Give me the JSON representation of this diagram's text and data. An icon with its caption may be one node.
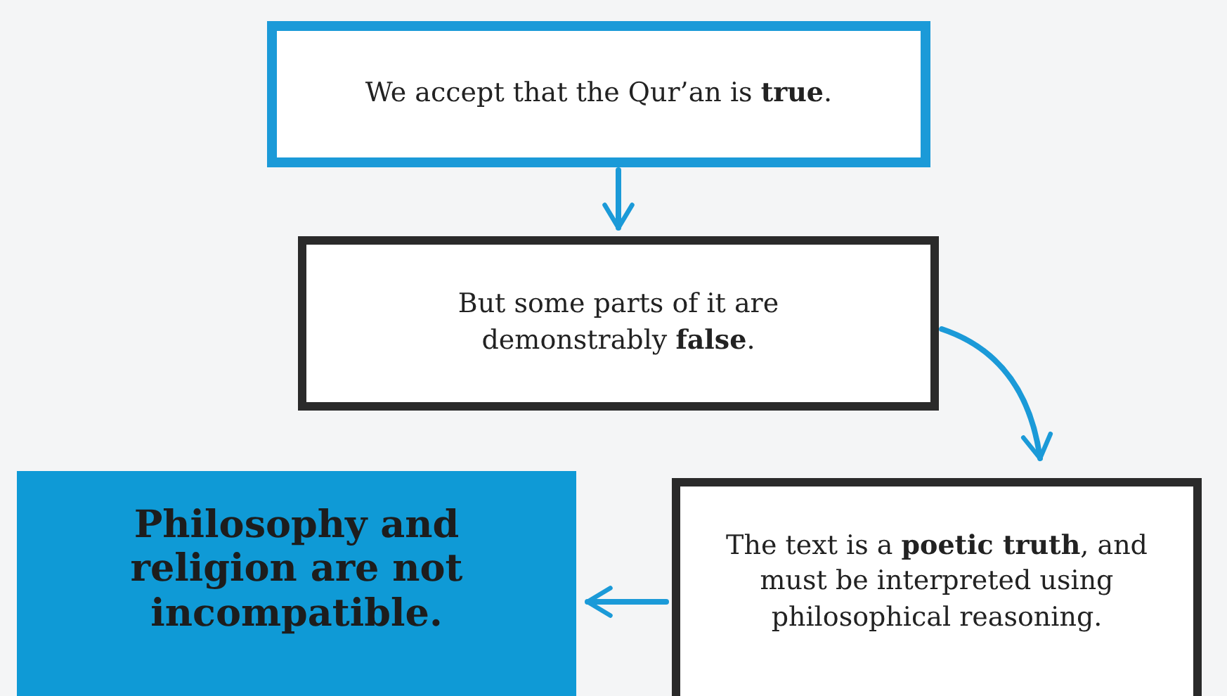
{
  "diagram": {
    "nodes": [
      {
        "text": [
          "We accept that the Qur’an is **true**."
        ]
      },
      {
        "text": [
          "But some parts of it are demonstrably **false**."
        ]
      },
      {
        "text": [
          "Philosophy and religion are not incompatible."
        ]
      },
      {
        "text": [
          "The text is a **poetic truth**, and must be interpreted using philosophical reasoning."
        ]
      }
    ],
    "edges": [
      {
        "from": 0,
        "to": 1,
        "arrow": "to"
      },
      {
        "from": 1,
        "to": 3,
        "arrow": "to"
      },
      {
        "from": 3,
        "to": 2,
        "arrow": "to"
      }
    ]
  }
}
